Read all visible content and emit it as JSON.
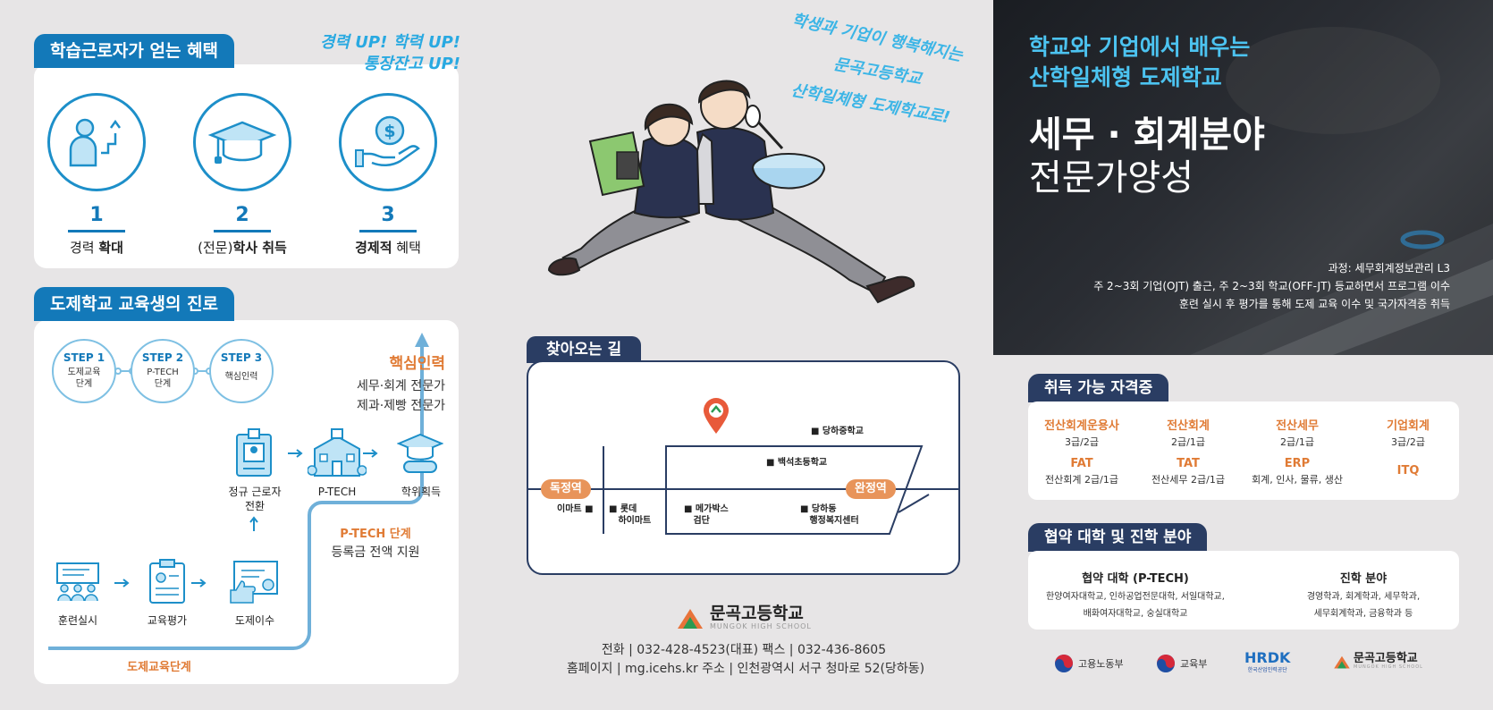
{
  "benefits": {
    "title": "학습근로자가 얻는 혜택",
    "slogan_line1": "경력 UP! 학력 UP!",
    "slogan_line2": "통장잔고 UP!",
    "items": [
      {
        "num": "1",
        "label_plain": "경력 ",
        "label_bold": "확대",
        "label_after": ""
      },
      {
        "num": "2",
        "label_plain": "(전문)",
        "label_bold": "학사 취득",
        "label_after": ""
      },
      {
        "num": "3",
        "label_plain": "",
        "label_bold": "경제적",
        "label_after": " 혜택"
      }
    ]
  },
  "career": {
    "title": "도제학교 교육생의 진로",
    "steps": [
      {
        "label": "STEP 1",
        "desc1": "도제교육",
        "desc2": "단계"
      },
      {
        "label": "STEP 2",
        "desc1": "P-TECH",
        "desc2": "단계"
      },
      {
        "label": "STEP 3",
        "desc1": "핵심인력",
        "desc2": ""
      }
    ],
    "core_title": "핵심인력",
    "core_line1": "세무·회계 전문가",
    "core_line2": "제과·제빵 전문가",
    "flow_top": [
      "정규 근로자\n전환",
      "P-TECH",
      "학위획득"
    ],
    "flow_bottom": [
      "훈련실시",
      "교육평가",
      "도제이수"
    ],
    "ptech_title": "P-TECH 단계",
    "ptech_desc": "등록금 전액 지원",
    "stage_label": "도제교육단계"
  },
  "slogan_hand": [
    "학생과 기업이 행복해지는",
    "문곡고등학교",
    "산학일체형 도제학교로!"
  ],
  "map": {
    "title": "찾아오는 길",
    "stations": {
      "left": "독정역",
      "right": "완정역"
    },
    "places": {
      "dangha_middle": "■ 당하중학교",
      "baekseok": "■ 백석초등학교",
      "emart": "이마트 ■",
      "lotte1": "■ 롯데",
      "lotte2": "하이마트",
      "mega1": "■ 메가박스",
      "mega2": "검단",
      "dangha1": "■ 당하동",
      "dangha2": "행정복지센터"
    }
  },
  "school": {
    "name": "문곡고등학교",
    "name_en": "MUNGOK HIGH SCHOOL",
    "contact_line": "전화  |  032-428-4523(대표)   팩스  |  032-436-8605",
    "web_line": "홈페이지  |  mg.icehs.kr     주소  |  인천광역시 서구 청마로 52(당하동)"
  },
  "hero": {
    "sub1": "학교와 기업에서 배우는",
    "sub2": "산학일체형 도제학교",
    "title1": "세무 · 회계분야",
    "title2": "전문가양성",
    "info1": "과정: 세무회계정보관리 L3",
    "info2": "주 2~3회 기업(OJT) 출근, 주 2~3회 학교(OFF-JT) 등교하면서 프로그램 이수",
    "info3": "훈련 실시 후 평가를 통해 도제 교육 이수 및 국가자격증 취득"
  },
  "licenses": {
    "title": "취득 가능 자격증",
    "items": [
      {
        "name": "전산회계운용사",
        "grade": "3급/2급"
      },
      {
        "name": "전산회계",
        "grade": "2급/1급"
      },
      {
        "name": "전산세무",
        "grade": "2급/1급"
      },
      {
        "name": "기업회계",
        "grade": "3급/2급"
      },
      {
        "name": "FAT",
        "grade": "전산회계 2급/1급"
      },
      {
        "name": "TAT",
        "grade": "전산세무 2급/1급"
      },
      {
        "name": "ERP",
        "grade": "회계, 인사, 물류, 생산"
      },
      {
        "name": "ITQ",
        "grade": ""
      }
    ]
  },
  "university": {
    "title": "협약 대학 및 진학 분야",
    "left_title": "협약 대학 (P-TECH)",
    "left_line1": "한양여자대학교, 인하공업전문대학, 서일대학교,",
    "left_line2": "배화여자대학교, 숭실대학교",
    "right_title": "진학 분야",
    "right_line1": "경영학과, 회계학과, 세무학과,",
    "right_line2": "세무회계학과, 금융학과 등"
  },
  "partners": [
    "고용노동부",
    "교육부",
    "HRDK",
    "한국산업인력공단",
    "문곡고등학교",
    "MUNGOK HIGH SCHOOL"
  ],
  "colors": {
    "primary": "#1379b9",
    "navy": "#2a3d63",
    "orange": "#e07b35",
    "accent": "#4cc3f0"
  }
}
